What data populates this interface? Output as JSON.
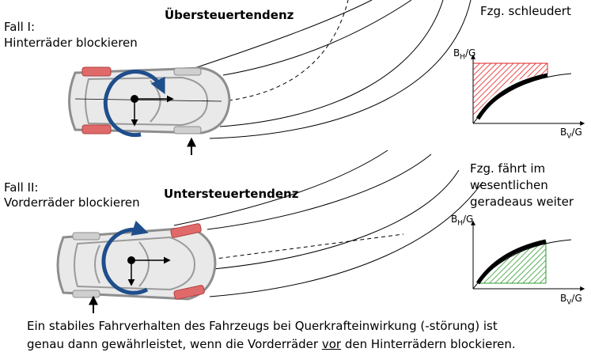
{
  "case1": {
    "title_line1": "Fall I:",
    "title_line2": "Hinterräder blockieren",
    "heading": "Übersteuertendenz",
    "result": "Fzg. schleudert"
  },
  "case2": {
    "title_line1": "Fall II:",
    "title_line2": "Vorderräder blockieren",
    "heading": "Untersteuertendenz",
    "result_line1": "Fzg. fährt im",
    "result_line2": "wesentlichen",
    "result_line3": "geradeaus weiter"
  },
  "graph": {
    "y_label_main": "B",
    "y_label_sub": "H",
    "y_label_tail": "/G",
    "x_label_main": "B",
    "x_label_sub": "V",
    "x_label_tail": "/G"
  },
  "caption": {
    "line1": "Ein stabiles Fahrverhalten des Fahrzeugs bei Querkrafteinwirkung (-störung) ist",
    "line2_start": "genau dann gewährleistet, wenn die Vorderräder ",
    "line2_underlined": "vor",
    "line2_end": " den Hinterrädern blockieren."
  },
  "colors": {
    "locked_wheel": "#e06a6a",
    "rotation_arrow": "#1f4e8c",
    "hatch_red": "#e02020",
    "hatch_green": "#2e9a2e",
    "car_body": "#8e8e8e"
  }
}
